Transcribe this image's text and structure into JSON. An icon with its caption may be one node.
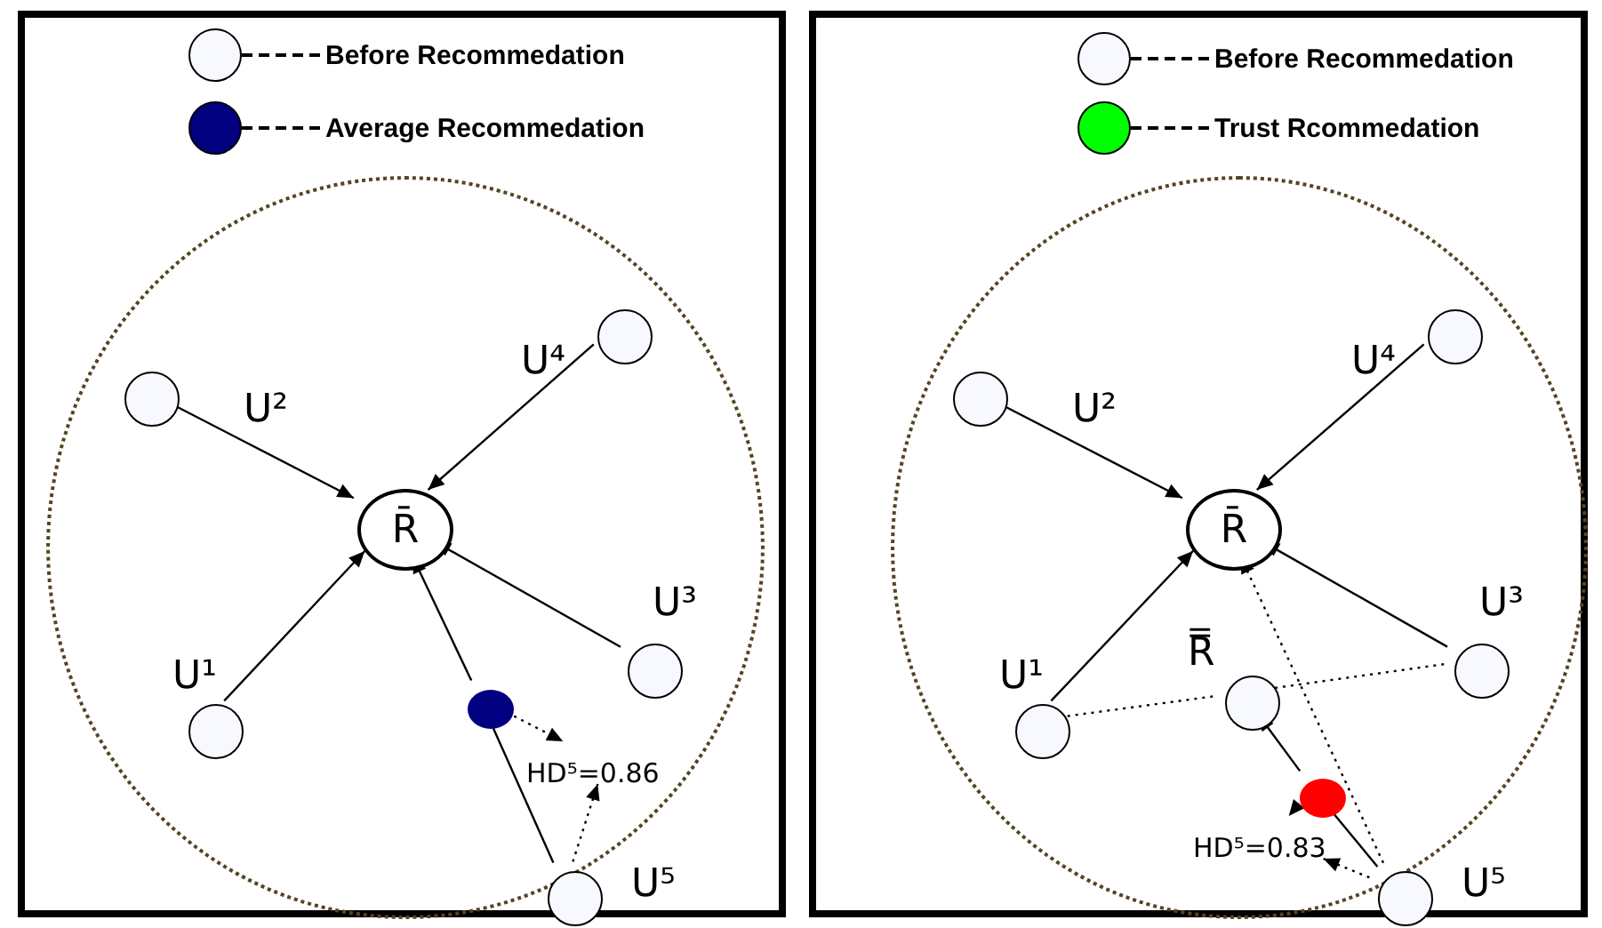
{
  "diagram": {
    "nodes": [
      {
        "text": [],
        "shape": "box"
      },
      {
        "text": [],
        "shape": "circle",
        "in": 0
      },
      {
        "text": [
          "R̄"
        ],
        "in": 1
      },
      {
        "text": [],
        "shape": "circle",
        "in": 1,
        "beside": [
          "U¹"
        ]
      },
      {
        "text": [],
        "shape": "circle",
        "in": 1,
        "beside": [
          "U²"
        ]
      },
      {
        "text": [],
        "shape": "circle",
        "in": 1,
        "beside": [
          "U³"
        ]
      },
      {
        "text": [],
        "shape": "circle",
        "in": 1,
        "beside": [
          "U⁴"
        ]
      },
      {
        "text": [],
        "shape": "circle",
        "in": 1,
        "beside": [
          "U⁵"
        ]
      },
      {
        "text": [],
        "shape": "circle",
        "in": 1
      },
      {
        "text": [
          "HD⁵=0.86"
        ],
        "in": 1
      },
      {
        "text": [],
        "shape": "box"
      },
      {
        "text": [],
        "shape": "circle",
        "in": 10
      },
      {
        "text": [
          "R̄"
        ],
        "in": 11
      },
      {
        "text": [],
        "shape": "circle",
        "in": 11,
        "beside": [
          "U¹"
        ]
      },
      {
        "text": [],
        "shape": "circle",
        "in": 11,
        "beside": [
          "U²"
        ]
      },
      {
        "text": [],
        "shape": "circle",
        "in": 11,
        "beside": [
          "U³"
        ]
      },
      {
        "text": [],
        "shape": "circle",
        "in": 11,
        "beside": [
          "U⁴"
        ]
      },
      {
        "text": [],
        "shape": "circle",
        "in": 11,
        "beside": [
          "U⁵"
        ]
      },
      {
        "text": [
          "R̿"
        ],
        "in": 11
      },
      {
        "text": [],
        "shape": "circle",
        "in": 11
      },
      {
        "text": [
          "HD⁵=0.83"
        ],
        "in": 11
      }
    ],
    "edges": [
      {
        "from": 3,
        "to": 2,
        "arrow": "to"
      },
      {
        "from": 4,
        "to": 2,
        "arrow": "to"
      },
      {
        "from": 5,
        "to": 2,
        "arrow": "to"
      },
      {
        "from": 6,
        "to": 2,
        "arrow": "to"
      },
      {
        "from": 7,
        "to": 8,
        "arrow": "none"
      },
      {
        "from": 8,
        "to": 2,
        "arrow": "to"
      },
      {
        "from": 8,
        "to": 9,
        "arrow": "to",
        "style": "dashed"
      },
      {
        "from": 7,
        "to": 9,
        "arrow": "to",
        "style": "dashed"
      },
      {
        "from": 13,
        "to": 12,
        "arrow": "to"
      },
      {
        "from": 14,
        "to": 12,
        "arrow": "to"
      },
      {
        "from": 15,
        "to": 12,
        "arrow": "to"
      },
      {
        "from": 16,
        "to": 12,
        "arrow": "to"
      },
      {
        "from": 13,
        "to": 18,
        "arrow": "none",
        "style": "dashed"
      },
      {
        "from": 15,
        "to": 18,
        "arrow": "none",
        "style": "dashed"
      },
      {
        "from": 17,
        "to": 19,
        "arrow": "none"
      },
      {
        "from": 19,
        "to": 18,
        "arrow": "to"
      },
      {
        "from": 17,
        "to": 12,
        "arrow": "to",
        "style": "dashed"
      },
      {
        "from": 19,
        "to": 20,
        "arrow": "to",
        "style": "dashed"
      },
      {
        "from": 17,
        "to": 20,
        "arrow": "to",
        "style": "dashed"
      }
    ],
    "legend": [
      {
        "text": "Before Recommedation",
        "color": "#f8f8ff"
      },
      {
        "text": "Average Recommedation",
        "color": "#000080"
      },
      {
        "text": "Before Recommedation",
        "color": "#f8f8ff"
      },
      {
        "text": "Trust Rcommedation",
        "color": "#00ff00"
      }
    ]
  }
}
